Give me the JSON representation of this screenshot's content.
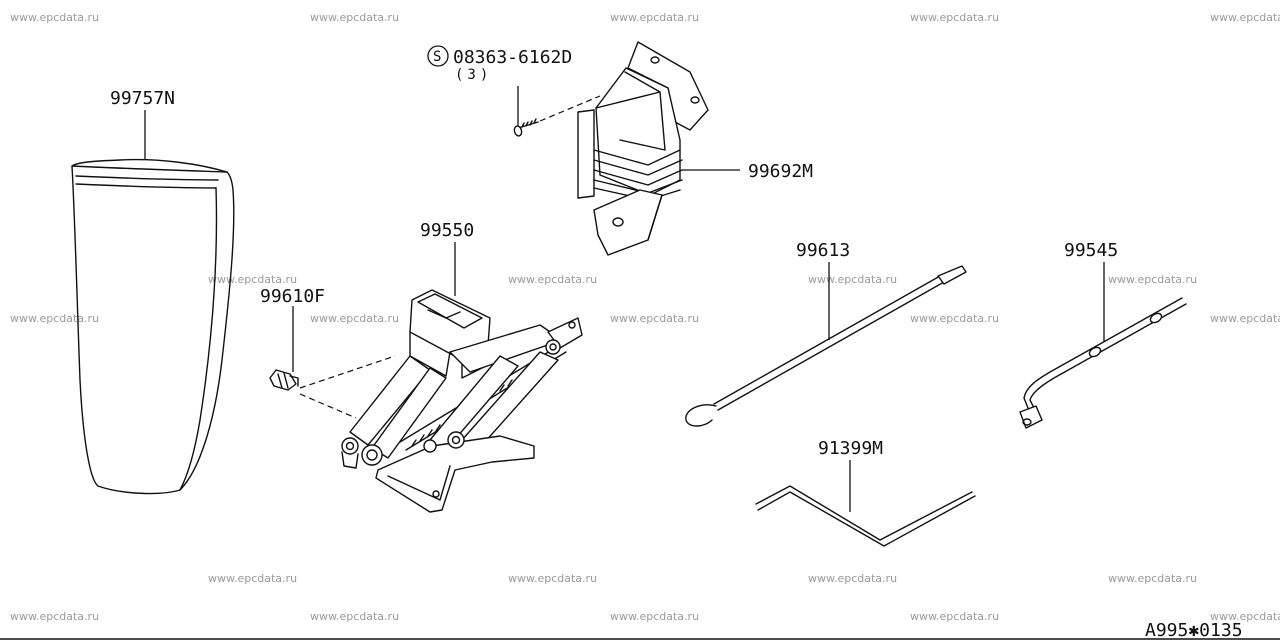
{
  "watermark": "www.epcdata.ru",
  "diagram_code": "A995✱0135",
  "parts": {
    "bag": "99757N",
    "screw_number": "08363-6162D",
    "screw_symbol": "S",
    "screw_qty": "(3)",
    "bracket": "99692M",
    "jack": "99550",
    "clip": "99610F",
    "jack_handle": "99613",
    "wheel_wrench": "99545",
    "rod": "91399M"
  }
}
